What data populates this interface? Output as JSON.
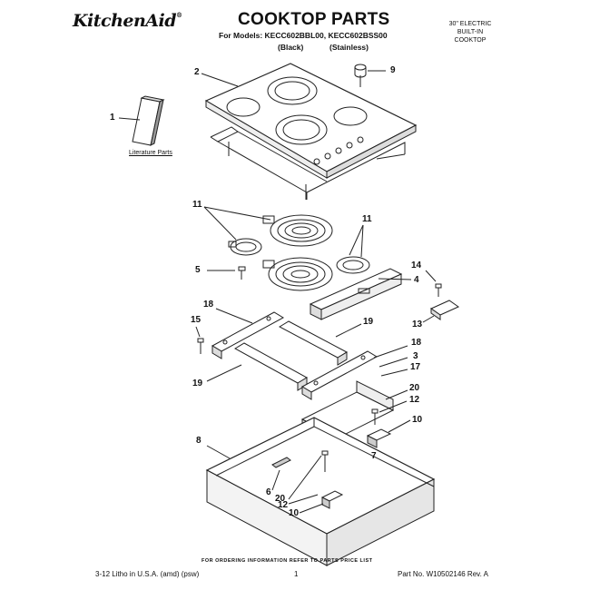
{
  "header": {
    "brand": "KitchenAid",
    "trademark": "®",
    "title": "COOKTOP PARTS",
    "models_line": "For Models: KECC602BBL00, KECC602BSS00",
    "variant_black": "(Black)",
    "variant_stainless": "(Stainless)",
    "corner_lines": [
      "30\" ELECTRIC",
      "BUILT-IN",
      "COOKTOP"
    ]
  },
  "literature_label": "Literature Parts",
  "callouts": {
    "c1": "1",
    "c2": "2",
    "c9": "9",
    "c11a": "11",
    "c11b": "11",
    "c5": "5",
    "c14": "14",
    "c4": "4",
    "c18a": "18",
    "c15": "15",
    "c19a": "19",
    "c13": "13",
    "c18b": "18",
    "c3": "3",
    "c19b": "19",
    "c17": "17",
    "c20a": "20",
    "c12a": "12",
    "c10a": "10",
    "c8": "8",
    "c7": "7",
    "c6": "6",
    "c20b": "20",
    "c12b": "12",
    "c10b": "10"
  },
  "footer": {
    "note": "FOR ORDERING INFORMATION REFER TO PARTS PRICE LIST",
    "left": "3-12 Litho in U.S.A. (amd) (psw)",
    "page": "1",
    "part_no": "Part No. W10502146 Rev. A"
  }
}
